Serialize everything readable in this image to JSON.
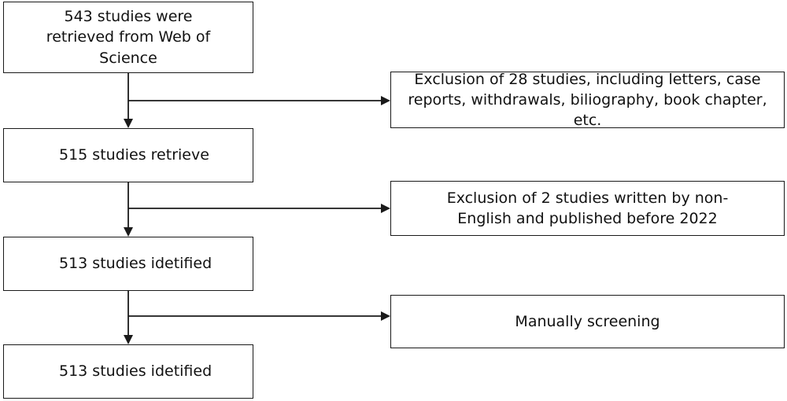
{
  "flow": {
    "steps": [
      {
        "id": "step-1",
        "text": "543 studies were\nretrieved from Web of\nScience"
      },
      {
        "id": "step-2",
        "text": "515 studies retrieve"
      },
      {
        "id": "step-3",
        "text": "513 studies idetified"
      },
      {
        "id": "step-4",
        "text": "513 studies idetified"
      }
    ],
    "exclusions": [
      {
        "id": "exclusion-1",
        "text": "Exclusion of 28 studies, including letters, case\nreports, withdrawals, biliography, book chapter, etc."
      },
      {
        "id": "exclusion-2",
        "text": "Exclusion of 2 studies written by non-\nEnglish and published before 2022"
      },
      {
        "id": "exclusion-3",
        "text": "Manually screening"
      }
    ]
  }
}
